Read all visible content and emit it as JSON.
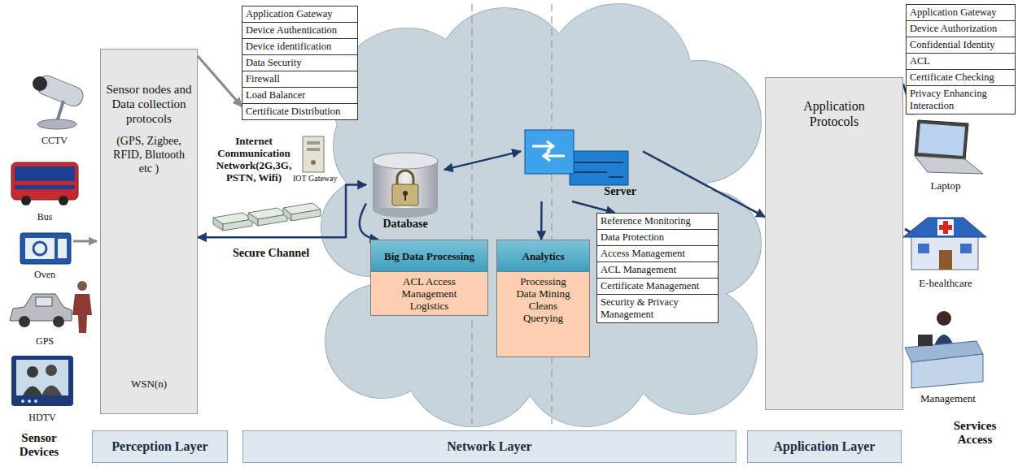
{
  "diagram": {
    "nodes": [
      {
        "text": [
          "Sensor nodes and Data collection protocols",
          "(GPS, Zigbee, RFID, Blutooth etc )",
          "WSN(n)"
        ]
      },
      {
        "text": [
          "Application Gateway",
          "Device Authentication",
          "Device identification",
          "Data Security",
          "Firewall",
          "Load Balancer",
          "Certificate Distribution"
        ]
      },
      {
        "text": [
          "Internet Communication Network(2G,3G, PSTN, Wifi)",
          "IOT Gateway"
        ]
      },
      {
        "text": [
          "Database"
        ]
      },
      {
        "text": [
          "Big Data Processing",
          "ACL Access Management Logistics"
        ]
      },
      {
        "text": [
          "Analytics",
          "Processing Data Mining Cleans Querying"
        ]
      },
      {
        "text": [
          "Server"
        ]
      },
      {
        "text": [
          "Reference Monitoring",
          "Data Protection",
          "Access Management",
          "ACL Management",
          "Certificate Management",
          "Security & Privacy Management"
        ]
      },
      {
        "text": [
          "Application Protocols"
        ]
      },
      {
        "text": [
          "Application Gateway",
          "Device Authorization",
          "Confidential Identity",
          "ACL",
          "Certificate Checking",
          "Privacy Enhancing Interaction"
        ]
      },
      {
        "text": [
          "Perception Layer"
        ]
      },
      {
        "text": [
          "Network Layer"
        ]
      },
      {
        "text": [
          "Application Layer"
        ]
      }
    ],
    "edges": [
      {
        "from": 0,
        "to": 1,
        "arrow": "to"
      },
      {
        "from": 0,
        "to": 3,
        "label": "Secure Channel",
        "arrow": "both"
      },
      {
        "from": 3,
        "to": 6,
        "arrow": "both"
      },
      {
        "from": 3,
        "to": 4,
        "arrow": "to"
      },
      {
        "from": 6,
        "to": 5,
        "arrow": "to"
      },
      {
        "from": 6,
        "to": 7,
        "arrow": "to"
      },
      {
        "from": 6,
        "to": 8,
        "arrow": "to"
      },
      {
        "from": 8,
        "to": 9,
        "arrow": "to"
      }
    ],
    "labels": [
      "CCTV",
      "Bus",
      "Oven",
      "GPS",
      "HDTV",
      "Sensor Devices",
      "Laptop",
      "E-healthcare",
      "Management",
      "Services Access"
    ]
  }
}
